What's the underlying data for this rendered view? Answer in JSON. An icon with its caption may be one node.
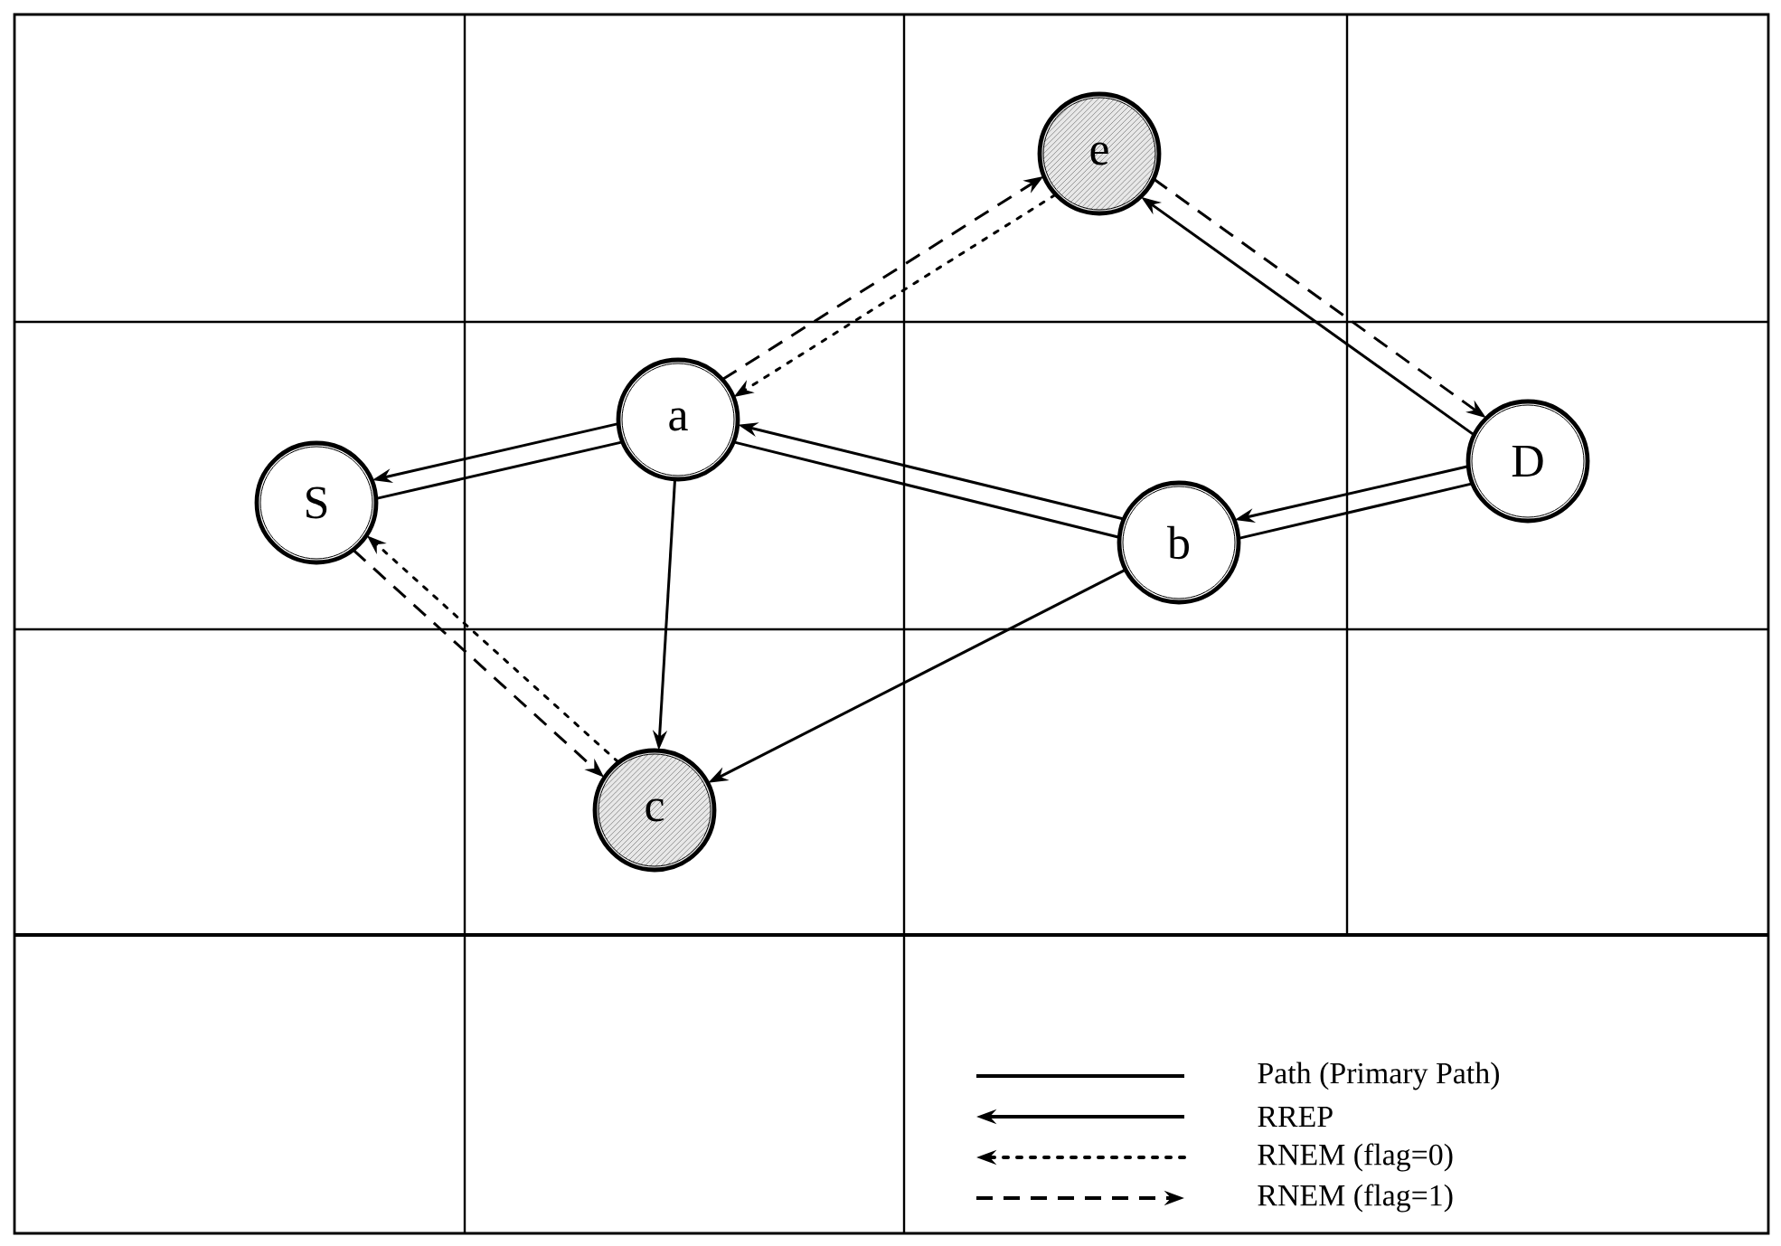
{
  "diagram": {
    "nodes": [
      {
        "text": [
          "S"
        ]
      },
      {
        "text": [
          "a"
        ]
      },
      {
        "text": [
          "e"
        ]
      },
      {
        "text": [
          "b"
        ]
      },
      {
        "text": [
          "D"
        ]
      },
      {
        "text": [
          "c"
        ]
      }
    ],
    "edges": [
      {
        "from": 1,
        "to": 0,
        "arrow": "to"
      },
      {
        "from": 0,
        "to": 1,
        "arrow": "none"
      },
      {
        "from": 3,
        "to": 1,
        "arrow": "to"
      },
      {
        "from": 1,
        "to": 3,
        "arrow": "none"
      },
      {
        "from": 4,
        "to": 3,
        "arrow": "to"
      },
      {
        "from": 3,
        "to": 4,
        "arrow": "none"
      },
      {
        "from": 1,
        "to": 5,
        "arrow": "to"
      },
      {
        "from": 3,
        "to": 5,
        "arrow": "to"
      },
      {
        "from": 4,
        "to": 2,
        "arrow": "to"
      },
      {
        "from": 2,
        "to": 4,
        "arrow": "to",
        "style": "dashed"
      },
      {
        "from": 1,
        "to": 2,
        "arrow": "to",
        "style": "dashed"
      },
      {
        "from": 2,
        "to": 1,
        "arrow": "to",
        "style": "dashed"
      },
      {
        "from": 5,
        "to": 0,
        "arrow": "to",
        "style": "dashed"
      },
      {
        "from": 0,
        "to": 5,
        "arrow": "to",
        "style": "dashed"
      }
    ],
    "legend": [
      {
        "text": "Path (Primary Path)"
      },
      {
        "text": "RREP"
      },
      {
        "text": "RNEM (flag=0)"
      },
      {
        "text": "RNEM (flag=1)"
      }
    ]
  }
}
